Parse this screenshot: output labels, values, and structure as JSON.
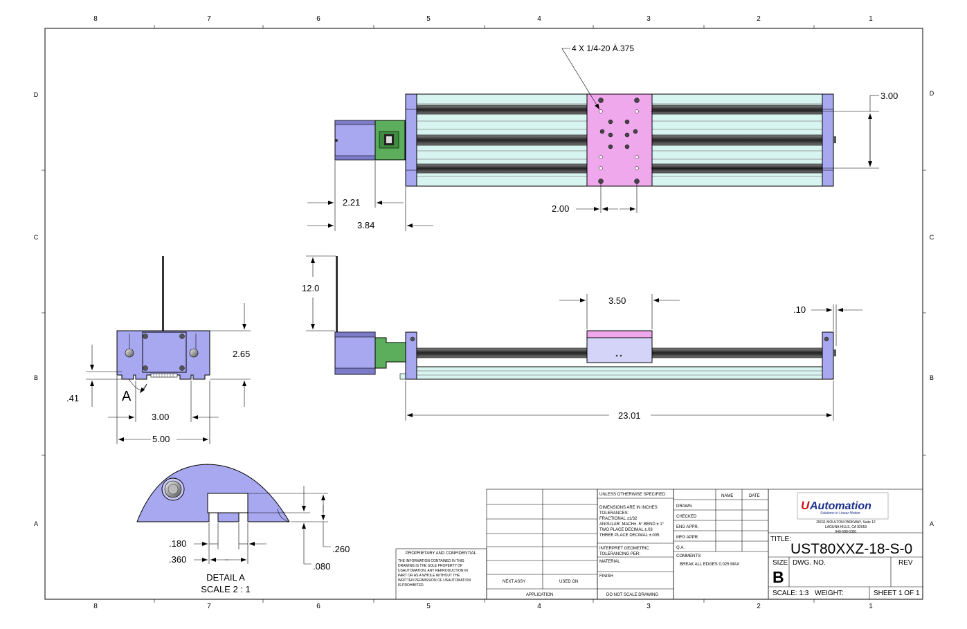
{
  "zones": {
    "top": [
      "8",
      "7",
      "6",
      "5",
      "4",
      "3",
      "2",
      "1"
    ],
    "bottom": [
      "8",
      "7",
      "6",
      "5",
      "4",
      "3",
      "2",
      "1"
    ],
    "left": [
      "D",
      "C",
      "B",
      "A"
    ],
    "right": [
      "D",
      "C",
      "B",
      "A"
    ]
  },
  "callouts": {
    "hole_note": "4 X 1/4-20 Ȧ.375",
    "detail_letter": "A"
  },
  "dimensions": {
    "top_rail_spacing": "3.00",
    "motor_len": "2.21",
    "motor_overall": "3.84",
    "carriage_holes": "2.00",
    "cable_len": "12.0",
    "carriage_len": "3.50",
    "end_gap": ".10",
    "overall_len": "23.01",
    "end_height": "2.65",
    "base_height": ".41",
    "slot_spacing": "3.00",
    "width": "5.00",
    "slot_width": ".180",
    "slot_opening": ".360",
    "slot_depth": ".260",
    "slot_lip": ".080"
  },
  "detail": {
    "name": "DETAIL A",
    "scale": "SCALE 2 : 1"
  },
  "proprietary": {
    "heading": "PROPRIETARY AND CONFIDENTIAL",
    "lines": [
      "THE INFORMATION CONTAINED IN THIS",
      "DRAWING IS THE SOLE PROPERTY OF",
      "USAUTOMATION. ANY REPRODUCTION IN",
      "PART OR AS A WHOLE WITHOUT THE",
      "WRITTEN PERMISSION OF USAUTOMATION",
      "IS PROHIBITED."
    ]
  },
  "spec_block": {
    "header": "UNLESS OTHERWISE SPECIFIED:",
    "lines": [
      "DIMENSIONS ARE IN INCHES",
      "TOLERANCES:",
      "FRACTIONAL ±1/32",
      "ANGULAR: MACH± .5° BEND ± 1°",
      "TWO PLACE DECIMAL  ±.03",
      "THREE PLACE DECIMAL ±.005"
    ],
    "interpret": "INTERPRET GEOMETRIC",
    "interpret2": "TOLERANCING PER:",
    "material": "MATERIAL",
    "finish": "FINISH",
    "do_not_scale": "DO NOT SCALE DRAWING"
  },
  "next_assy": "NEXT ASSY",
  "used_on": "USED ON",
  "application": "APPLICATION",
  "signoff": {
    "name_col": "NAME",
    "date_col": "DATE",
    "rows": [
      "DRAWN",
      "CHECKED",
      "ENG APPR.",
      "MFG APPR.",
      "Q.A."
    ],
    "comments_label": "COMMENTS:",
    "comments": "BREAK ALL EDGES 0.025 MAX"
  },
  "company": {
    "logo_u": "U",
    "logo_rest": "Automation",
    "tagline": "Solutions in Linear Motion",
    "address1": "25011 MOULTON PARKWAY, Suite 12",
    "address2": "LAGUNA HILLS, CA 92653",
    "phone": "949-588-0381"
  },
  "title_block": {
    "title_label": "TITLE:",
    "title": "UST80XXZ-18-S-0",
    "size_label": "SIZE",
    "size": "B",
    "dwg_label": "DWG.  NO.",
    "rev_label": "REV",
    "scale": "SCALE: 1:3",
    "weight": "WEIGHT:",
    "sheet": "SHEET 1 OF 1"
  },
  "colors": {
    "motor": "#a8a8f0",
    "coupler": "#5cae5c",
    "carriage": "#f0a8ec",
    "rail_bg": "#d8f4f0",
    "end_block": "#a8a8f0",
    "rod": "#444444",
    "logo_red": "#cc1111",
    "logo_blue": "#1a2f8c"
  }
}
